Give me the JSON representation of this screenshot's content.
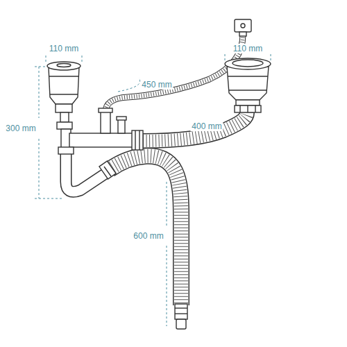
{
  "diagram": {
    "labels": [
      "110 mm",
      "110 mm",
      "450 mm",
      "300 mm",
      "400 mm",
      "600 mm"
    ]
  }
}
